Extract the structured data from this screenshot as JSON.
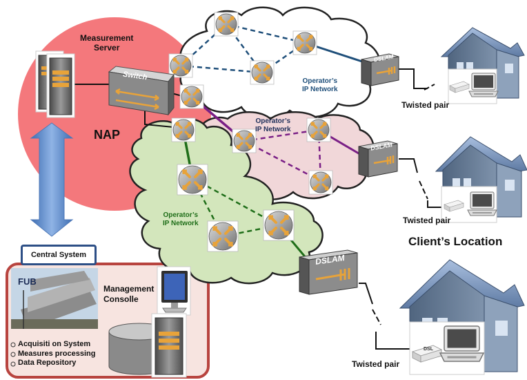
{
  "labels": {
    "measurement_server": "Measurement\nServer",
    "switch": "Switch",
    "nap": "NAP",
    "central_system": "Central System",
    "fub": "FUB",
    "management_console": "Management\nConsolle",
    "client_location": "Client’s Location",
    "network_blue": "Operator’s\nIP Network",
    "network_purple": "Operator’s\nIP Network",
    "network_green": "Operator’s\nIP Network",
    "dslam": "DSLAM",
    "dsl": "DSL",
    "twisted_pair_1": "Twisted pair",
    "twisted_pair_2": "Twisted pair",
    "twisted_pair_3": "Twisted pair"
  },
  "central_functions": [
    "Acquisiti  on System",
    "Measures processing",
    "Data Repository"
  ],
  "colors": {
    "nap_fill": "#f4787c",
    "central_border": "#b8443f",
    "central_fill": "#f7e4e0",
    "blue_net": "#1f4f7a",
    "purple_net": "#7a1f86",
    "green_net": "#1f6e19",
    "arrow": "#5b87c8",
    "cloud_white": "#ffffff",
    "cloud_pink": "#f1d7d9",
    "cloud_green": "#d3e6bc"
  },
  "icons": [
    "router-icon",
    "switch-icon",
    "server-icon",
    "dslam-icon",
    "house-icon",
    "laptop-icon",
    "modem-icon",
    "monitor-icon",
    "database-icon",
    "building-photo"
  ]
}
